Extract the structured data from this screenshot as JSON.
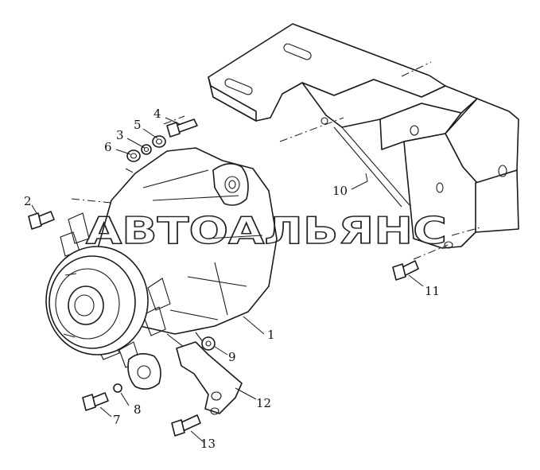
{
  "callouts": {
    "c1": "1",
    "c2": "2",
    "c3": "3",
    "c4": "4",
    "c5": "5",
    "c6": "6",
    "c7": "7",
    "c8": "8",
    "c9": "9",
    "c10": "10",
    "c11": "11",
    "c12": "12",
    "c13": "13"
  },
  "watermark": "АВТОАЛЬЯНС",
  "colors": {
    "ink": "#1a1a1a",
    "background": "#ffffff"
  }
}
